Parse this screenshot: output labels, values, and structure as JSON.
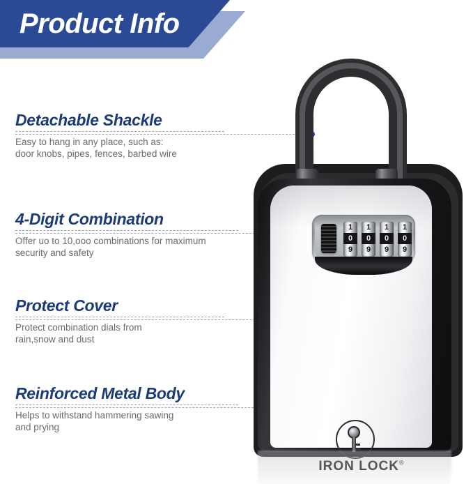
{
  "header": {
    "title": "Product Info",
    "banner_color": "#2a4a96",
    "banner_shadow_color": "#9aabd2"
  },
  "colors": {
    "feature_title": "#1b3a7a",
    "feature_desc": "#6a6a6a",
    "dash_line": "#9aa3b5",
    "marker_dot": "#1a4fd0"
  },
  "features": [
    {
      "title": "Detachable Shackle",
      "description": "Easy to hang in any place, such as:\ndoor knobs, pipes, fences, barbed wire"
    },
    {
      "title": "4-Digit Combination",
      "description": "Offer uo to 10,ooo combinations for maximum\nsecurity and safety"
    },
    {
      "title": "Protect Cover",
      "description": "Protect combination dials from\nrain,snow and dust"
    },
    {
      "title": "Reinforced Metal Body",
      "description": "Helps to withstand hammering sawing\nand prying"
    }
  ],
  "product": {
    "brand": "IRON LOCK",
    "trademark": "®",
    "dials": [
      {
        "above": "1",
        "current": "0",
        "below": "9"
      },
      {
        "above": "1",
        "current": "0",
        "below": "9"
      },
      {
        "above": "1",
        "current": "0",
        "below": "9"
      },
      {
        "above": "1",
        "current": "0",
        "below": "9"
      }
    ]
  }
}
